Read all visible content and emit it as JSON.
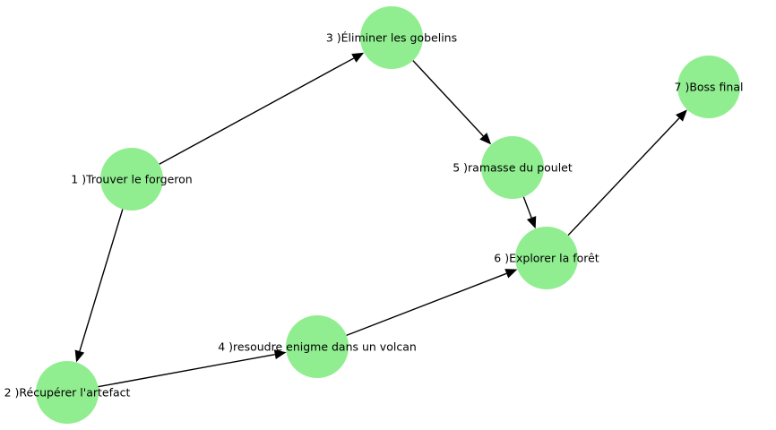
{
  "diagram": {
    "type": "directed-graph",
    "node_color": "#90EE90",
    "edge_color": "#000000",
    "label_color": "#000000",
    "nodes": [
      {
        "id": "n1",
        "label": "1 )Trouver le forgeron"
      },
      {
        "id": "n2",
        "label": "2 )Récupérer l'artefact"
      },
      {
        "id": "n3",
        "label": "3 )Éliminer les gobelins"
      },
      {
        "id": "n4",
        "label": "4 )resoudre enigme dans un volcan"
      },
      {
        "id": "n5",
        "label": "5 )ramasse du poulet"
      },
      {
        "id": "n6",
        "label": "6 )Explorer la forêt"
      },
      {
        "id": "n7",
        "label": "7 )Boss final"
      }
    ],
    "edges": [
      {
        "from": "n1",
        "to": "n3"
      },
      {
        "from": "n1",
        "to": "n2"
      },
      {
        "from": "n3",
        "to": "n5"
      },
      {
        "from": "n2",
        "to": "n4"
      },
      {
        "from": "n4",
        "to": "n6"
      },
      {
        "from": "n5",
        "to": "n6"
      },
      {
        "from": "n6",
        "to": "n7"
      }
    ]
  }
}
